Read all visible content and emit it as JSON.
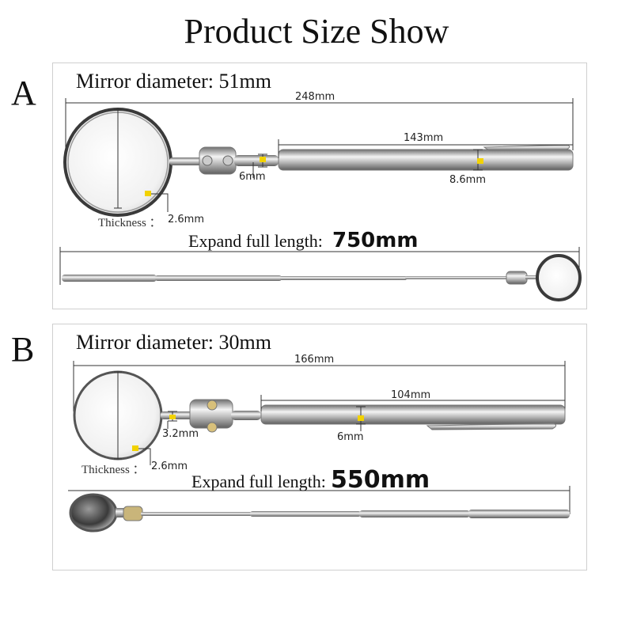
{
  "title": "Product Size Show",
  "sections": [
    {
      "letter": "A",
      "mirror_diameter": "Mirror diameter: 51mm",
      "total_length": "248mm",
      "handle_length": "143mm",
      "neck_width": "6mm",
      "handle_width": "8.6mm",
      "thickness_label": "Thickness ：",
      "thickness_value": "2.6mm",
      "expand_label": "Expand full length:",
      "expand_value": "750mm"
    },
    {
      "letter": "B",
      "mirror_diameter": "Mirror diameter: 30mm",
      "total_length": "166mm",
      "handle_length": "104mm",
      "neck_width": "3.2mm",
      "handle_width": "6mm",
      "thickness_label": "Thickness ：",
      "thickness_value": "2.6mm",
      "expand_label": "Expand full length:",
      "expand_value": "550mm"
    }
  ],
  "colors": {
    "marker": "#f2d200",
    "line": "#222222",
    "metal_dark": "#8a8a8a",
    "metal_light": "#eeeeee"
  }
}
